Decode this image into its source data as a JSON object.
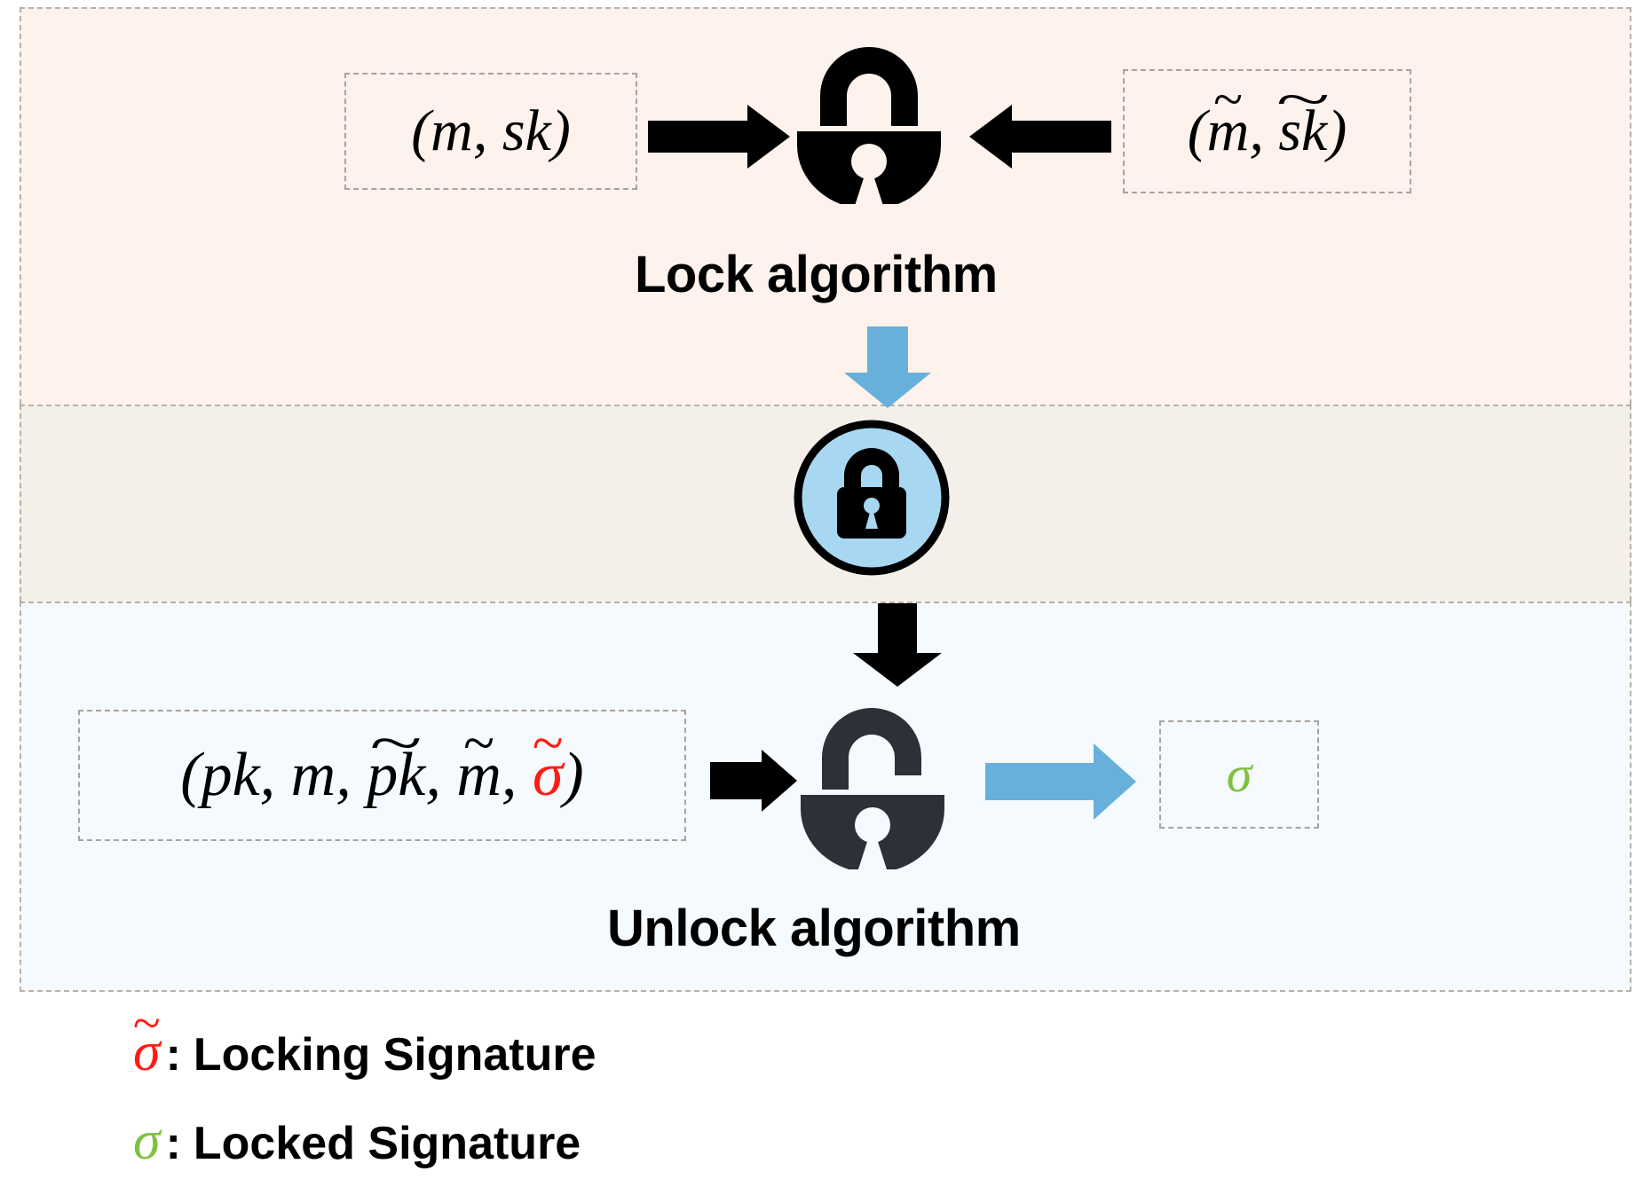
{
  "figure": {
    "title": "Lock and Unlock algorithm diagram",
    "bands": [
      {
        "name": "lock-band",
        "fill": "#fdf2ec"
      },
      {
        "name": "middle-band",
        "fill": "#f4f0e9"
      },
      {
        "name": "unlock-band",
        "fill": "#f5faff"
      }
    ]
  },
  "lock_section": {
    "label": "Lock algorithm",
    "left_input": {
      "text": "(m, sk)",
      "parts": [
        "(",
        "m",
        ", ",
        "sk",
        ")"
      ]
    },
    "right_input": {
      "text": "(m̃, s̃k̃)",
      "parts": [
        "(",
        "m",
        ", ",
        "sk",
        ")"
      ],
      "tilde_on": [
        "m",
        "sk"
      ]
    },
    "left_arrow_icon": "arrow-right-icon",
    "right_arrow_icon": "arrow-left-icon",
    "lock_icon": "padlock-open-icon",
    "down_arrow_icon": "arrow-down-icon"
  },
  "middle_section": {
    "icon": "locked-padlock-circle-icon",
    "circle_fill": "#a8d7f2",
    "circle_stroke": "#000000"
  },
  "unlock_section": {
    "label": "Unlock algorithm",
    "input": {
      "text": "(pk, m, p̃k̃, m̃, σ̃)",
      "parts": [
        "(",
        "pk",
        ", ",
        "m",
        ", ",
        "pk",
        ", ",
        "m",
        ", ",
        "σ",
        ")"
      ],
      "sigma_color": "#ff1d13"
    },
    "output": {
      "text": "σ",
      "color": "#7ec242"
    },
    "in_arrow_icon": "arrow-right-icon",
    "out_arrow_icon": "arrow-right-blue-icon",
    "down_arrow_icon": "arrow-down-icon",
    "lock_icon": "padlock-unlocked-icon",
    "lock_color": "#2b3137"
  },
  "legend": [
    {
      "symbol": "σ",
      "tilde": true,
      "color": "#ff1d13",
      "separator": ":",
      "text": "Locking Signature"
    },
    {
      "symbol": "σ",
      "tilde": false,
      "color": "#7ec242",
      "separator": ":",
      "text": "Locked Signature"
    }
  ],
  "colors": {
    "blue_arrow": "#68b0dc",
    "light_blue_circle": "#a8d7f2",
    "dark_lock": "#2b3137",
    "red": "#ff1d13",
    "green": "#7ec242",
    "dash_border": "#a9a39b"
  }
}
